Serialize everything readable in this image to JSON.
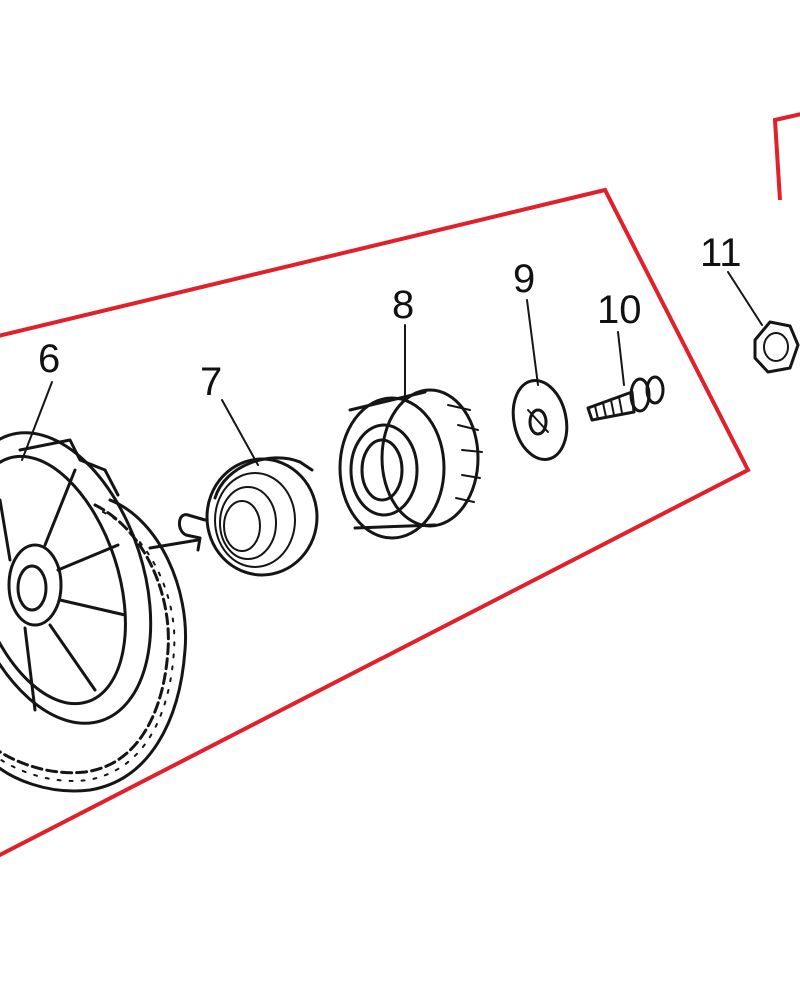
{
  "diagram": {
    "frame_color": "#e0202a",
    "ink_color": "#151515",
    "callouts": [
      "6",
      "7",
      "8",
      "9",
      "10",
      "11"
    ],
    "parts": [
      {
        "callout": "6",
        "icon": "recoil-housing-pulley-icon"
      },
      {
        "callout": "7",
        "icon": "recoil-spring-icon"
      },
      {
        "callout": "8",
        "icon": "starter-pulley-cup-icon"
      },
      {
        "callout": "9",
        "icon": "washer-icon"
      },
      {
        "callout": "10",
        "icon": "screw-bolt-icon"
      },
      {
        "callout": "11",
        "icon": "hex-nut-icon"
      }
    ]
  }
}
